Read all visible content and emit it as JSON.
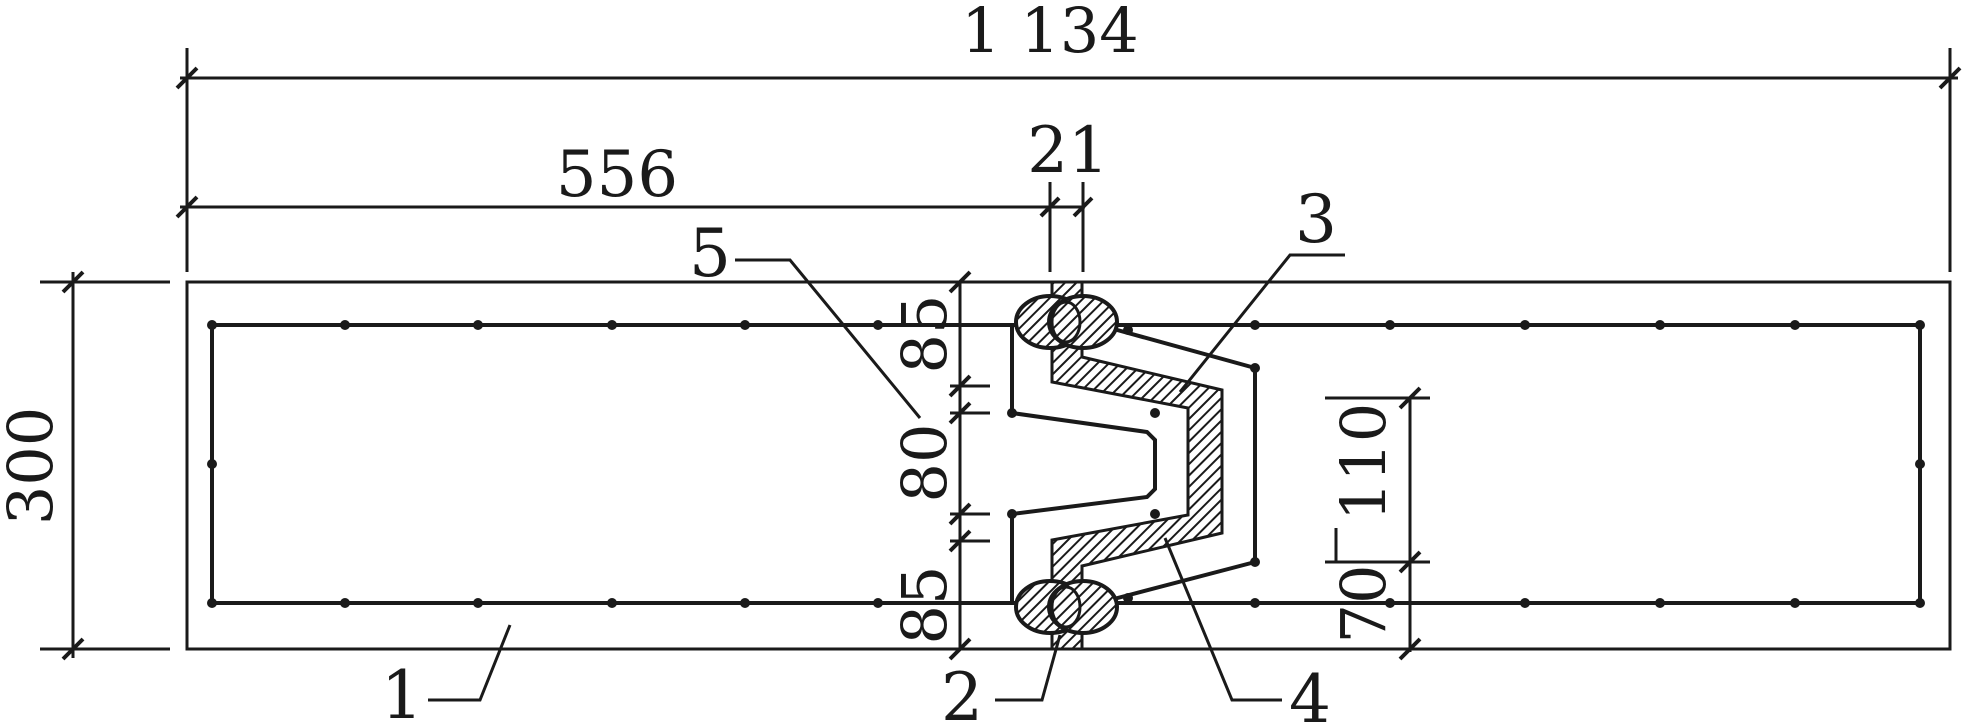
{
  "dimensions": {
    "total_length": "1 134",
    "left_segment": "556",
    "joint_gap": "21",
    "height_total": "300",
    "joint_top": "85",
    "joint_middle": "80",
    "joint_bottom": "85",
    "right_middle": "110",
    "right_bottom": "70"
  },
  "callouts": {
    "c1": "1",
    "c2": "2",
    "c3": "3",
    "c4": "4",
    "c5": "5"
  },
  "colors": {
    "line": "#1a1a1a",
    "background": "#ffffff"
  }
}
